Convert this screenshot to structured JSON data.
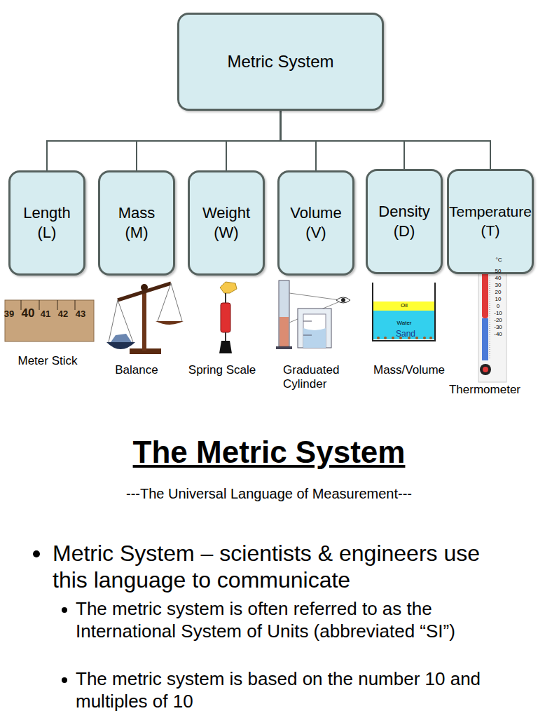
{
  "diagram": {
    "title": "The Metric System",
    "nodes": [
      {
        "text": [
          "Metric System"
        ]
      },
      {
        "text": [
          "Length (L)"
        ]
      },
      {
        "text": [
          "Mass (M)"
        ]
      },
      {
        "text": [
          "Weight (W)"
        ]
      },
      {
        "text": [
          "Volume (V)"
        ]
      },
      {
        "text": [
          "Density (D)"
        ]
      },
      {
        "text": [
          "Temperature (T)"
        ]
      }
    ],
    "edges": [
      {
        "from": 0,
        "to": 1,
        "arrow": "none"
      },
      {
        "from": 0,
        "to": 2,
        "arrow": "none"
      },
      {
        "from": 0,
        "to": 3,
        "arrow": "none"
      },
      {
        "from": 0,
        "to": 4,
        "arrow": "none"
      },
      {
        "from": 0,
        "to": 5,
        "arrow": "none"
      },
      {
        "from": 0,
        "to": 6,
        "arrow": "none"
      }
    ],
    "labels": [
      "39",
      "40",
      "41",
      "42",
      "43",
      "Meter Stick",
      "Balance",
      "Spring Scale",
      "Graduated Cylinder",
      "Oil",
      "Water",
      "Sand",
      "Mass/Volume",
      "°C",
      "50",
      "40",
      "30",
      "20",
      "10",
      "0",
      "-10",
      "-20",
      "-30",
      "-40",
      "Thermometer",
      "---The Universal Language of Measurement---",
      "Metric System – scientists & engineers use this language to communicate",
      "The metric system is often referred to as the International System of Units (abbreviated “SI”)",
      "The metric system is based on the number 10 and multiples of 10"
    ]
  }
}
